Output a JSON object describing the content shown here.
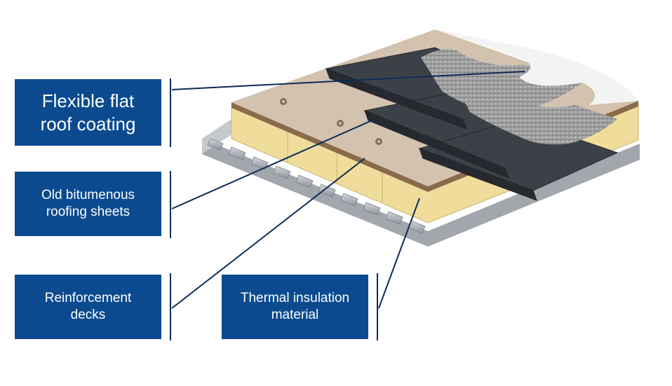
{
  "labels": {
    "coating": {
      "line1": "Flexible flat",
      "line2": "roof coating"
    },
    "bitumen": {
      "line1": "Old bitumenous",
      "line2": "roofing sheets"
    },
    "reinforcement": {
      "line1": "Reinforcement",
      "line2": "decks"
    },
    "thermal": {
      "line1": "Thermal insulation",
      "line2": "material"
    }
  },
  "colors": {
    "label_bg": "#0b4a8f",
    "label_text": "#ffffff",
    "leader_line": "#0d2d57",
    "membrane_top": "#d2c2ae",
    "insulation": "#f0dd9c",
    "metal_deck": "#b9bcc2",
    "bitumen_sheet": "#3c4148",
    "gravel": "#a6a6a6",
    "top_layer": "#f3f3f3"
  }
}
